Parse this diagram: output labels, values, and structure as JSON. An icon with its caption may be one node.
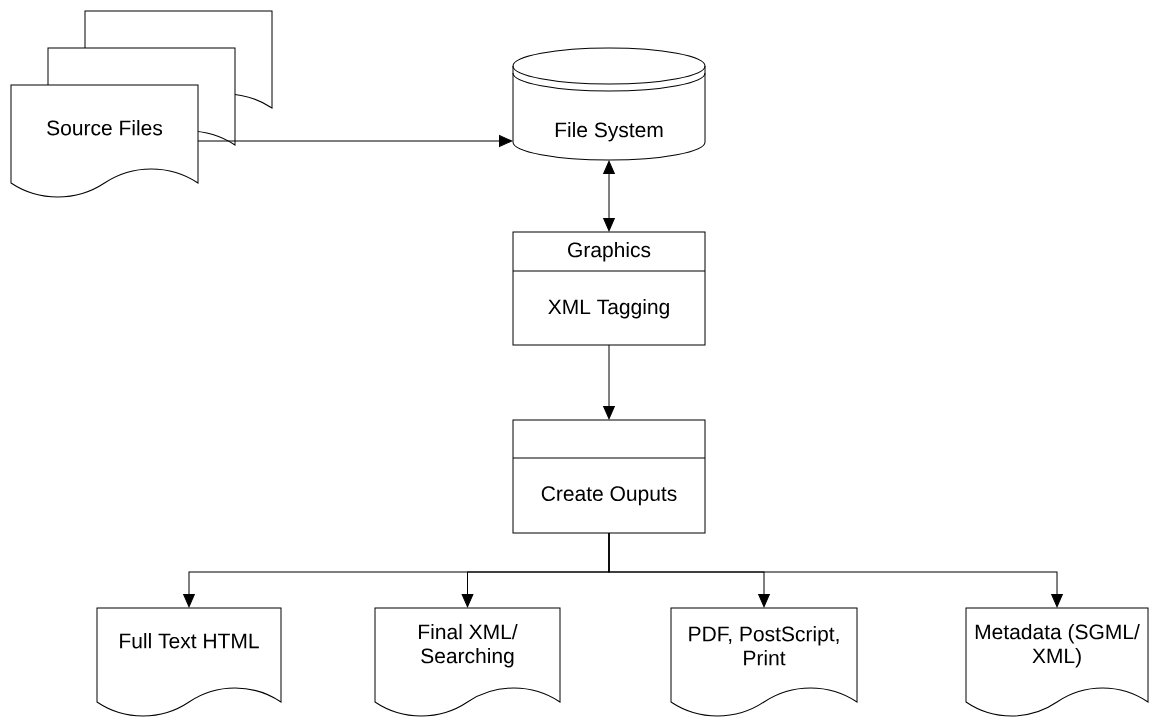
{
  "diagram": {
    "nodes": [
      {
        "text": [
          "Source Files"
        ]
      },
      {
        "text": [
          "File System"
        ]
      },
      {
        "text": [
          "Graphics",
          "XML Tagging"
        ]
      },
      {
        "text": [
          "Create Ouputs"
        ]
      },
      {
        "text": [
          "Full Text HTML"
        ]
      },
      {
        "text": [
          "Final XML/ Searching"
        ]
      },
      {
        "text": [
          "PDF, PostScript, Print"
        ]
      },
      {
        "text": [
          "Metadata (SGML/ XML)"
        ]
      }
    ],
    "edges": [
      {
        "from": 0,
        "to": 1,
        "arrow": "to"
      },
      {
        "from": 1,
        "to": 2,
        "arrow": "both"
      },
      {
        "from": 2,
        "to": 3,
        "arrow": "to"
      },
      {
        "from": 3,
        "to": 4,
        "arrow": "to"
      },
      {
        "from": 3,
        "to": 5,
        "arrow": "to"
      },
      {
        "from": 3,
        "to": 6,
        "arrow": "to"
      },
      {
        "from": 3,
        "to": 7,
        "arrow": "to"
      }
    ]
  }
}
